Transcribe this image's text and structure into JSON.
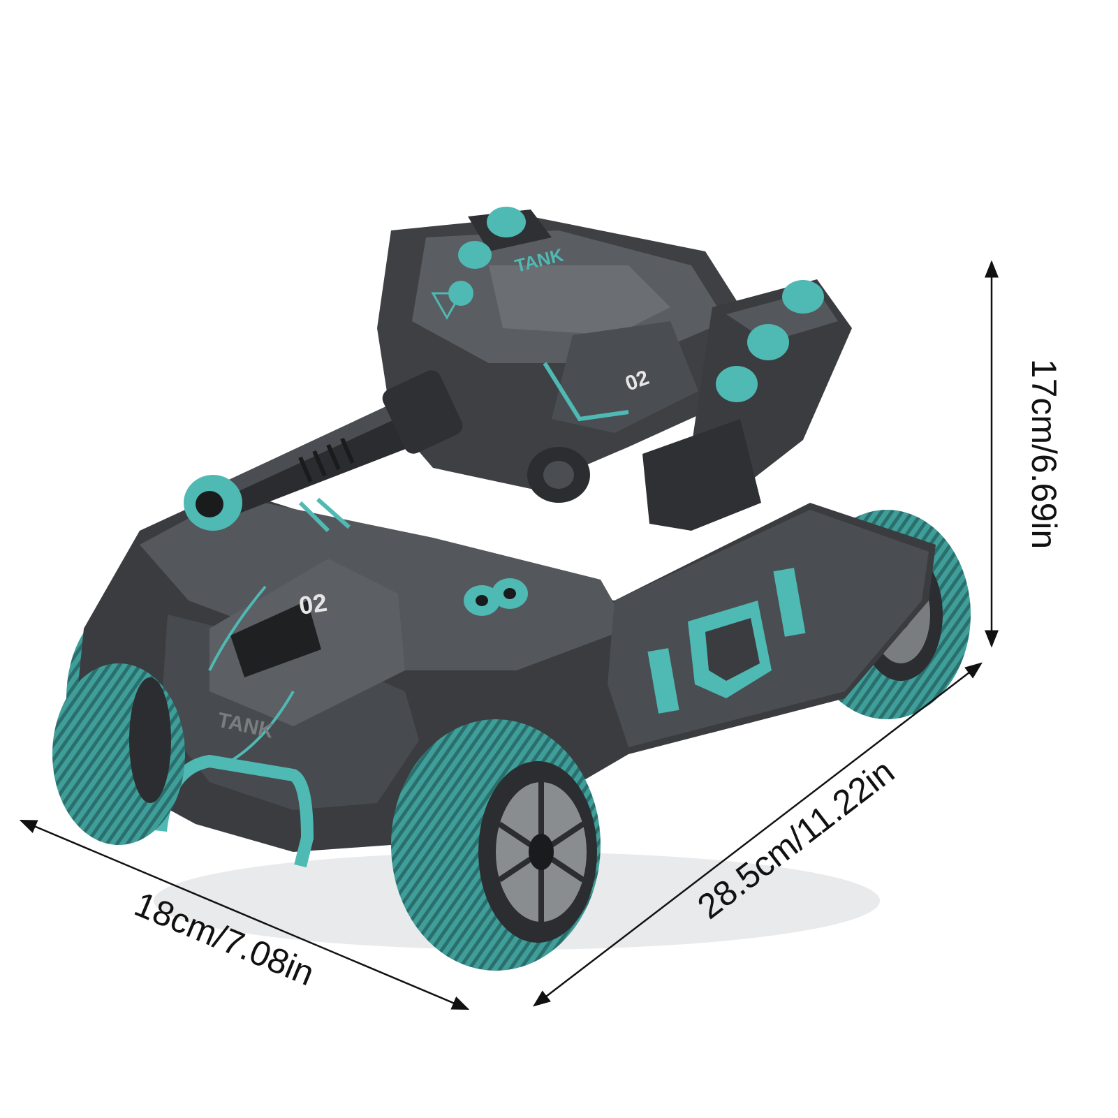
{
  "dimensions": {
    "height_label": "17cm/6.69in",
    "length_label": "28.5cm/11.22in",
    "width_label": "18cm/7.08in"
  },
  "decals": {
    "turret_logo": "TANK",
    "hull_logo": "TANK",
    "turret_number": "02",
    "hull_number": "02"
  },
  "colors": {
    "background": "#ffffff",
    "body_dark": "#3a3c3f",
    "body_mid": "#54575b",
    "body_light": "#6b6e72",
    "accent_teal": "#4fb9b4",
    "accent_teal_dark": "#2e7c79",
    "dimension_line": "#111111"
  }
}
